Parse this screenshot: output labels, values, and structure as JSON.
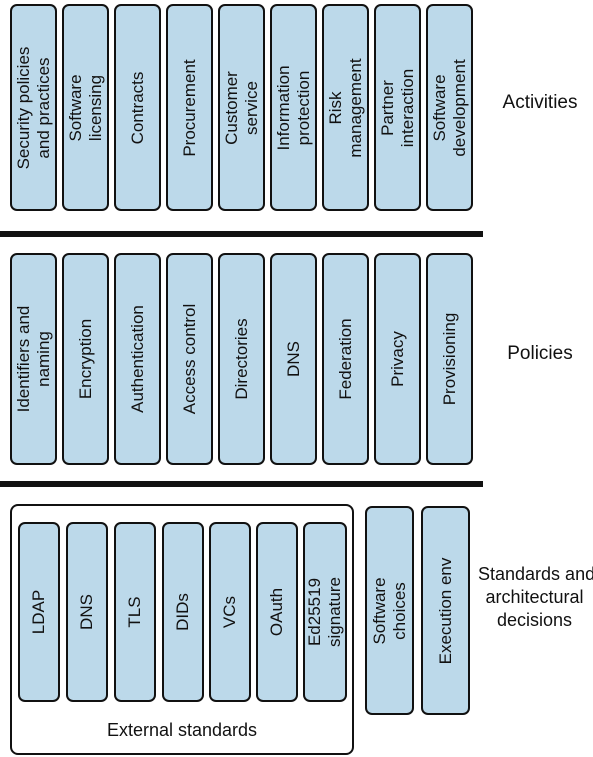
{
  "activities": {
    "label": "Activities",
    "items": [
      "Security policies\nand practices",
      "Software\nlicensing",
      "Contracts",
      "Procurement",
      "Customer\nservice",
      "Information\nprotection",
      "Risk\nmanagement",
      "Partner\ninteraction",
      "Software\ndevelopment"
    ]
  },
  "policies": {
    "label": "Policies",
    "items": [
      "Identifiers and\nnaming",
      "Encryption",
      "Authentication",
      "Access control",
      "Directories",
      "DNS",
      "Federation",
      "Privacy",
      "Provisioning"
    ]
  },
  "standards": {
    "label": "Standards and\narchitectural\ndecisions",
    "external_label": "External standards",
    "external_items": [
      "LDAP",
      "DNS",
      "TLS",
      "DIDs",
      "VCs",
      "OAuth",
      "Ed25519\nsignature"
    ],
    "other_items": [
      "Software\nchoices",
      "Execution env"
    ]
  }
}
